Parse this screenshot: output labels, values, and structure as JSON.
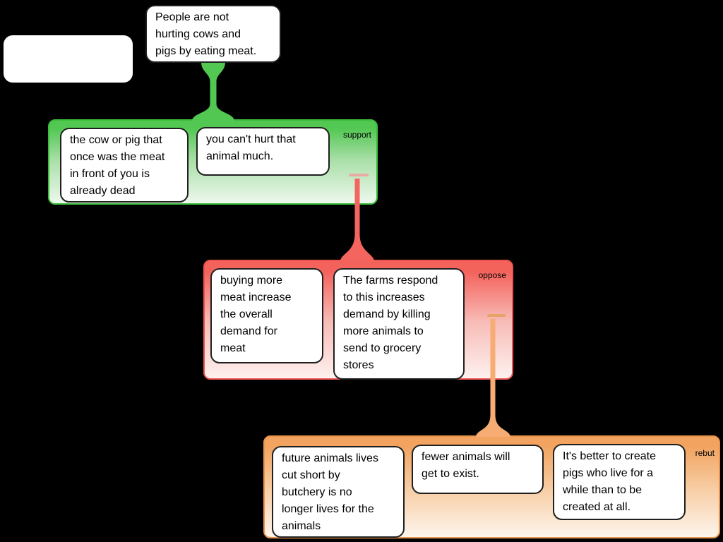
{
  "map": {
    "empty_note": "",
    "root_claim": "People are not\nhurting cows and\npigs by eating meat.",
    "support": {
      "label": "support",
      "premises": [
        "the cow or pig that\nonce was the meat\nin front of you is\nalready dead",
        "you can't hurt that\nanimal much."
      ]
    },
    "oppose": {
      "label": "oppose",
      "premises": [
        "buying more\nmeat increase\nthe overall\ndemand for\nmeat",
        "The farms respond\nto this increases\ndemand by killing\nmore animals to\nsend to grocery\nstores"
      ]
    },
    "rebut": {
      "label": "rebut",
      "premises": [
        "future animals lives\ncut short by\nbutchery is no\nlonger lives for the\nanimals",
        "fewer animals will\nget to exist.",
        "It's better to create\npigs who live for a\nwhile than to be\ncreated at all."
      ]
    }
  },
  "colors": {
    "support-green": "#52c752",
    "support-border": "#3bbd3b",
    "oppose-red": "#f4625c",
    "oppose-border": "#ee5350",
    "oppose-connector": "#f5655f",
    "oppose-connector-bar": "#e9aca4",
    "rebut-orange": "#f1a35f",
    "rebut-border": "#e9944c",
    "rebut-connector": "#f6ac72",
    "rebut-connector-bar": "#e7a268",
    "background": "#000000",
    "node-fill": "#ffffff",
    "node-border": "#1f1f1f"
  }
}
